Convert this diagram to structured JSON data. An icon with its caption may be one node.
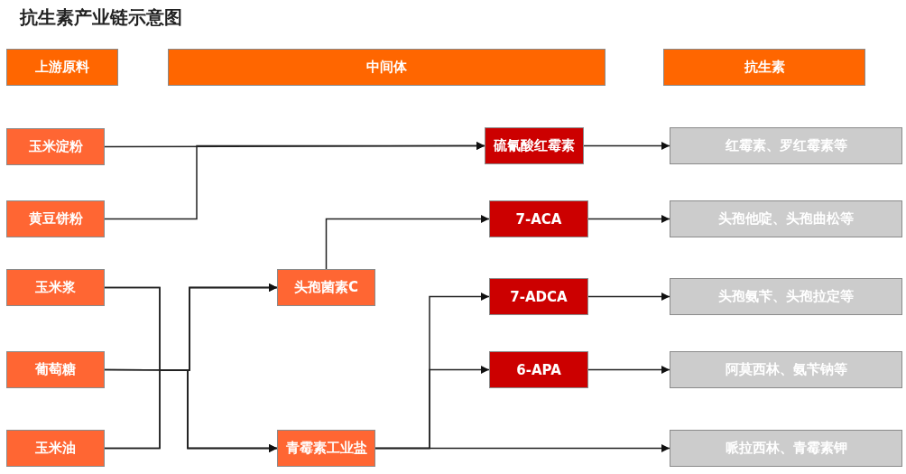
{
  "diagram": {
    "title": "抗生素产业链示意图",
    "nodes": [
      {
        "text": [
          "上游原料"
        ]
      },
      {
        "text": [
          "中间体"
        ]
      },
      {
        "text": [
          "抗生素"
        ]
      },
      {
        "text": [
          "玉米淀粉"
        ]
      },
      {
        "text": [
          "黄豆饼粉"
        ]
      },
      {
        "text": [
          "玉米浆"
        ]
      },
      {
        "text": [
          "葡萄糖"
        ]
      },
      {
        "text": [
          "玉米油"
        ]
      },
      {
        "text": [
          "头孢菌素C"
        ]
      },
      {
        "text": [
          "青霉素工业盐"
        ]
      },
      {
        "text": [
          "硫氰酸红霉素"
        ]
      },
      {
        "text": [
          "7-ACA"
        ]
      },
      {
        "text": [
          "7-ADCA"
        ]
      },
      {
        "text": [
          "6-APA"
        ]
      },
      {
        "text": [
          "红霉素、罗红霉素等"
        ]
      },
      {
        "text": [
          "头孢他啶、头孢曲松等"
        ]
      },
      {
        "text": [
          "头孢氨苄、头孢拉定等"
        ]
      },
      {
        "text": [
          "阿莫西林、氨苄钠等"
        ]
      },
      {
        "text": [
          "哌拉西林、青霉素钾"
        ]
      }
    ],
    "edges": [
      {
        "from": 3,
        "to": 10,
        "arrow": "to"
      },
      {
        "from": 4,
        "to": 10,
        "arrow": "to"
      },
      {
        "from": 5,
        "to": 8,
        "arrow": "to"
      },
      {
        "from": 5,
        "to": 9,
        "arrow": "to"
      },
      {
        "from": 6,
        "to": 8,
        "arrow": "to"
      },
      {
        "from": 6,
        "to": 9,
        "arrow": "to"
      },
      {
        "from": 7,
        "to": 8,
        "arrow": "to"
      },
      {
        "from": 7,
        "to": 9,
        "arrow": "to"
      },
      {
        "from": 8,
        "to": 11,
        "arrow": "to"
      },
      {
        "from": 9,
        "to": 12,
        "arrow": "to"
      },
      {
        "from": 9,
        "to": 13,
        "arrow": "to"
      },
      {
        "from": 9,
        "to": 18,
        "arrow": "to"
      },
      {
        "from": 10,
        "to": 14,
        "arrow": "to"
      },
      {
        "from": 11,
        "to": 15,
        "arrow": "to"
      },
      {
        "from": 12,
        "to": 16,
        "arrow": "to"
      },
      {
        "from": 13,
        "to": 17,
        "arrow": "to"
      }
    ]
  }
}
